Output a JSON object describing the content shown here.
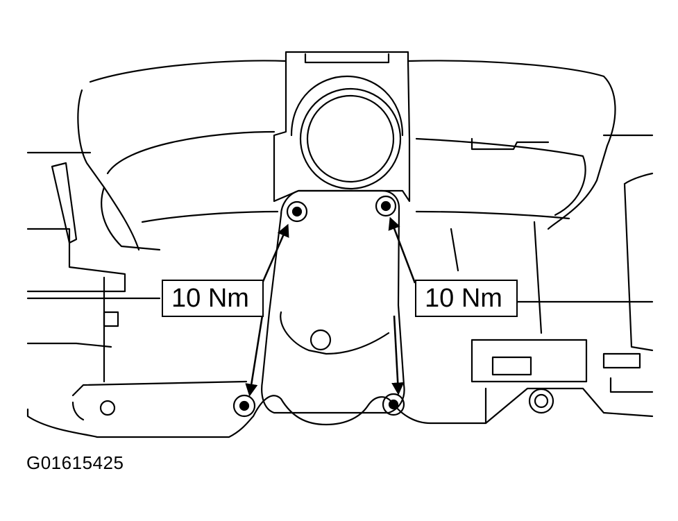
{
  "labels": {
    "torque_left": "10 Nm",
    "torque_right": "10 Nm"
  },
  "figure_id": "G01615425",
  "colors": {
    "ink": "#000000",
    "paper": "#ffffff"
  },
  "icons": [
    "bolt-icon",
    "arrow-icon"
  ]
}
